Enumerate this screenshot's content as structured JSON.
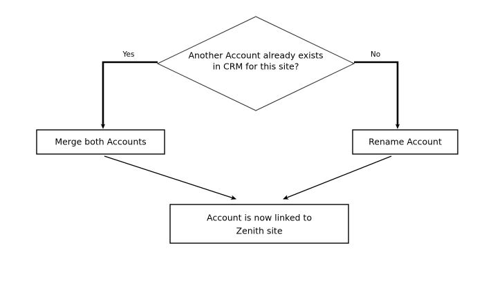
{
  "diagram": {
    "type": "flowchart",
    "background_color": "#ffffff",
    "line_color": "#000000",
    "nodes": [
      {
        "id": "decision",
        "shape": "diamond",
        "text_line1": "Another Account already exists",
        "text_line2": "in CRM for this site?"
      },
      {
        "id": "merge",
        "shape": "rectangle",
        "text_line1": "Merge both Accounts"
      },
      {
        "id": "rename",
        "shape": "rectangle",
        "text_line1": "Rename Account"
      },
      {
        "id": "linked",
        "shape": "rectangle",
        "text_line1": "Account is now linked to",
        "text_line2": "Zenith site"
      }
    ],
    "edges": [
      {
        "id": "yes-branch",
        "from": "decision",
        "to": "merge",
        "label": "Yes"
      },
      {
        "id": "no-branch",
        "from": "decision",
        "to": "rename",
        "label": "No"
      },
      {
        "id": "merge-to-linked",
        "from": "merge",
        "to": "linked",
        "label": ""
      },
      {
        "id": "rename-to-linked",
        "from": "rename",
        "to": "linked",
        "label": ""
      }
    ]
  }
}
